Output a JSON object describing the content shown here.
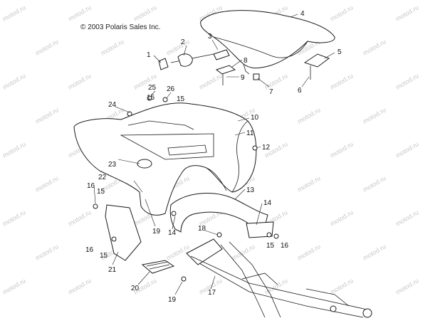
{
  "copyright": "© 2003 Polaris Sales Inc.",
  "watermark": "motod.ru",
  "callouts": [
    {
      "id": "1",
      "label": "1"
    },
    {
      "id": "2",
      "label": "2"
    },
    {
      "id": "3",
      "label": "3"
    },
    {
      "id": "4",
      "label": "4"
    },
    {
      "id": "5",
      "label": "5"
    },
    {
      "id": "6",
      "label": "6"
    },
    {
      "id": "7",
      "label": "7"
    },
    {
      "id": "8",
      "label": "8"
    },
    {
      "id": "9",
      "label": "9"
    },
    {
      "id": "10",
      "label": "10"
    },
    {
      "id": "11",
      "label": "11"
    },
    {
      "id": "12",
      "label": "12"
    },
    {
      "id": "13",
      "label": "13"
    },
    {
      "id": "14a",
      "label": "14"
    },
    {
      "id": "14b",
      "label": "14"
    },
    {
      "id": "15a",
      "label": "15"
    },
    {
      "id": "15b",
      "label": "15"
    },
    {
      "id": "15c",
      "label": "15"
    },
    {
      "id": "15d",
      "label": "15"
    },
    {
      "id": "15e",
      "label": "15"
    },
    {
      "id": "16a",
      "label": "16"
    },
    {
      "id": "16b",
      "label": "16"
    },
    {
      "id": "16c",
      "label": "16"
    },
    {
      "id": "17",
      "label": "17"
    },
    {
      "id": "18",
      "label": "18"
    },
    {
      "id": "19a",
      "label": "19"
    },
    {
      "id": "19b",
      "label": "19"
    },
    {
      "id": "20",
      "label": "20"
    },
    {
      "id": "21",
      "label": "21"
    },
    {
      "id": "22",
      "label": "22"
    },
    {
      "id": "23",
      "label": "23"
    },
    {
      "id": "24",
      "label": "24"
    },
    {
      "id": "25",
      "label": "25"
    },
    {
      "id": "26",
      "label": "26"
    }
  ]
}
